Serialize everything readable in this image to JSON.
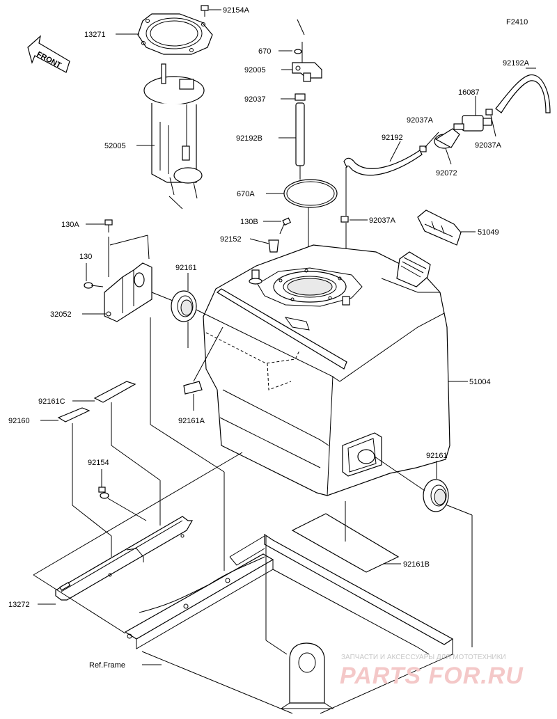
{
  "figure_code": "F2410",
  "front_label": "FRONT",
  "labels": {
    "p92154A": "92154A",
    "p13271": "13271",
    "p670": "670",
    "p92005": "92005",
    "p92037": "92037",
    "p92192B": "92192B",
    "p670A": "670A",
    "p52005": "52005",
    "p92192A": "92192A",
    "p16087": "16087",
    "p92037A_a": "92037A",
    "p92192": "92192",
    "p92037A_b": "92037A",
    "p92072": "92072",
    "p92037A_c": "92037A",
    "p130A": "130A",
    "p130B": "130B",
    "p92152": "92152",
    "p51049": "51049",
    "p130": "130",
    "p92161_a": "92161",
    "p32052": "32052",
    "p51004": "51004",
    "p92161C": "92161C",
    "p92160": "92160",
    "p92161A": "92161A",
    "p92161_b": "92161",
    "p92154": "92154",
    "p92161B": "92161B",
    "p13272": "13272",
    "ref_frame": "Ref.Frame"
  },
  "watermark": {
    "top": "ЗАПЧАСТИ И АКСЕССУАРЫ ДЛЯ МОТОТЕХНИКИ",
    "brand": "PARTS FOR.RU"
  }
}
